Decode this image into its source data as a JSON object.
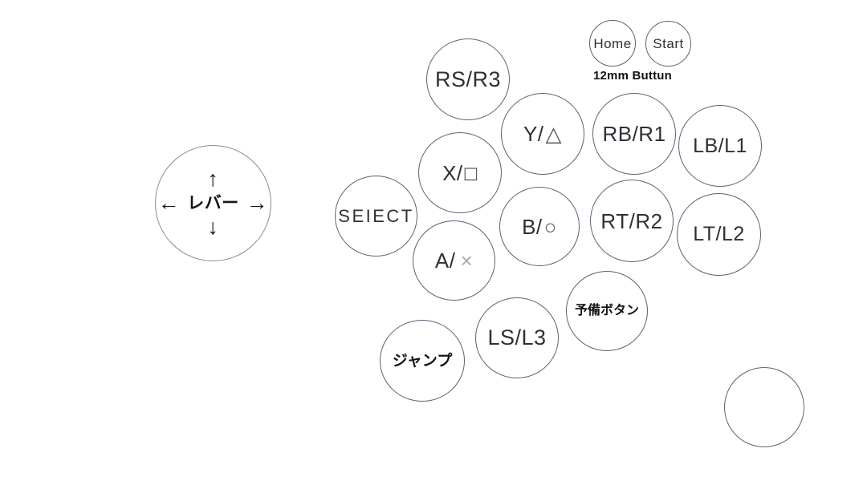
{
  "note": "12mm Buttun",
  "lever": {
    "label": "レバー",
    "arrow_up": "↑",
    "arrow_down": "↓",
    "arrow_left": "←",
    "arrow_right": "→"
  },
  "buttons": {
    "rs_r3": {
      "label": "RS/R3"
    },
    "y_triangle": {
      "label": "Y/",
      "symbol": "△"
    },
    "rb_r1": {
      "label": "RB/R1"
    },
    "lb_l1": {
      "label": "LB/L1"
    },
    "x_square": {
      "label": "X/",
      "symbol": "□"
    },
    "select": {
      "label": "SEIECT"
    },
    "b_circle": {
      "label": "B/",
      "symbol": "○"
    },
    "rt_r2": {
      "label": "RT/R2"
    },
    "lt_l2": {
      "label": "LT/L2"
    },
    "a_cross": {
      "label": "A/",
      "symbol": "×"
    },
    "ls_l3": {
      "label": "LS/L3"
    },
    "spare": {
      "label": "予備ボタン"
    },
    "jump": {
      "label": "ジャンプ"
    },
    "home": {
      "label": "Home"
    },
    "start": {
      "label": "Start"
    }
  },
  "colors": {
    "circle_outline": "#5a6374",
    "lever_outline": "#868b95",
    "text": "#2d3136",
    "cross_symbol": "#a6abb2"
  }
}
